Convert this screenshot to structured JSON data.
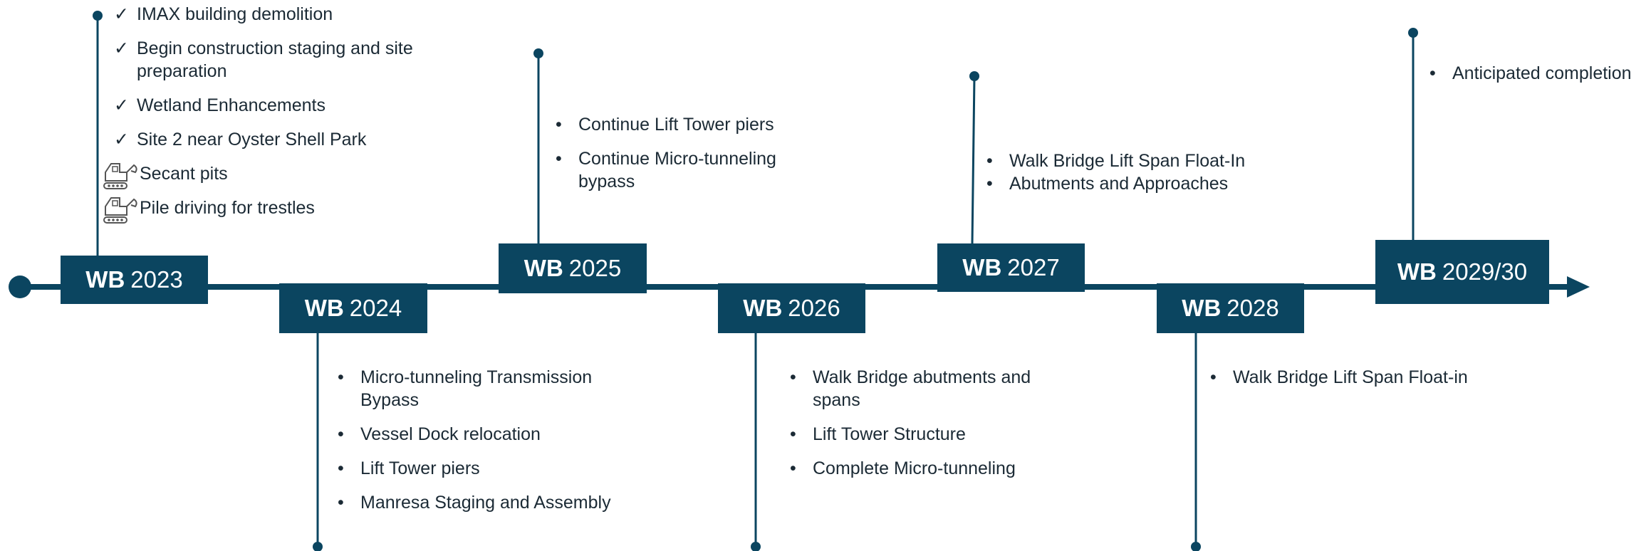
{
  "colors": {
    "primary": "#0b4560",
    "text": "#1b2a35"
  },
  "icons": {
    "check": "checkmark-icon",
    "bullet": "bullet-icon",
    "excavator": "excavator-icon"
  },
  "milestones": [
    {
      "prefix": "WB",
      "year": "2023",
      "items": [
        {
          "marker": "check",
          "text": "IMAX building demolition"
        },
        {
          "marker": "check",
          "text": "Begin construction staging and site preparation"
        },
        {
          "marker": "check",
          "text": "Wetland Enhancements"
        },
        {
          "marker": "check",
          "text": "Site 2 near Oyster Shell Park"
        },
        {
          "marker": "excavator",
          "text": "Secant pits"
        },
        {
          "marker": "excavator",
          "text": "Pile driving for trestles"
        }
      ]
    },
    {
      "prefix": "WB",
      "year": "2024",
      "items": [
        {
          "marker": "bullet",
          "text": "Micro-tunneling Transmission Bypass"
        },
        {
          "marker": "bullet",
          "text": "Vessel Dock relocation"
        },
        {
          "marker": "bullet",
          "text": "Lift Tower piers"
        },
        {
          "marker": "bullet",
          "text": "Manresa Staging and Assembly"
        }
      ]
    },
    {
      "prefix": "WB",
      "year": "2025",
      "items": [
        {
          "marker": "bullet",
          "text": "Continue Lift Tower piers"
        },
        {
          "marker": "bullet",
          "text": "Continue Micro-tunneling bypass"
        }
      ]
    },
    {
      "prefix": "WB",
      "year": "2026",
      "items": [
        {
          "marker": "bullet",
          "text": "Walk Bridge abutments and spans"
        },
        {
          "marker": "bullet",
          "text": "Lift Tower Structure"
        },
        {
          "marker": "bullet",
          "text": "Complete Micro-tunneling"
        }
      ]
    },
    {
      "prefix": "WB",
      "year": "2027",
      "items": [
        {
          "marker": "bullet",
          "text": "Walk Bridge Lift Span Float-In"
        },
        {
          "marker": "bullet",
          "text": "Abutments and Approaches"
        }
      ]
    },
    {
      "prefix": "WB",
      "year": "2028",
      "items": [
        {
          "marker": "bullet",
          "text": "Walk Bridge Lift Span Float-in"
        }
      ]
    },
    {
      "prefix": "WB",
      "year": "2029/30",
      "items": [
        {
          "marker": "bullet",
          "text": "Anticipated completion"
        }
      ]
    }
  ]
}
